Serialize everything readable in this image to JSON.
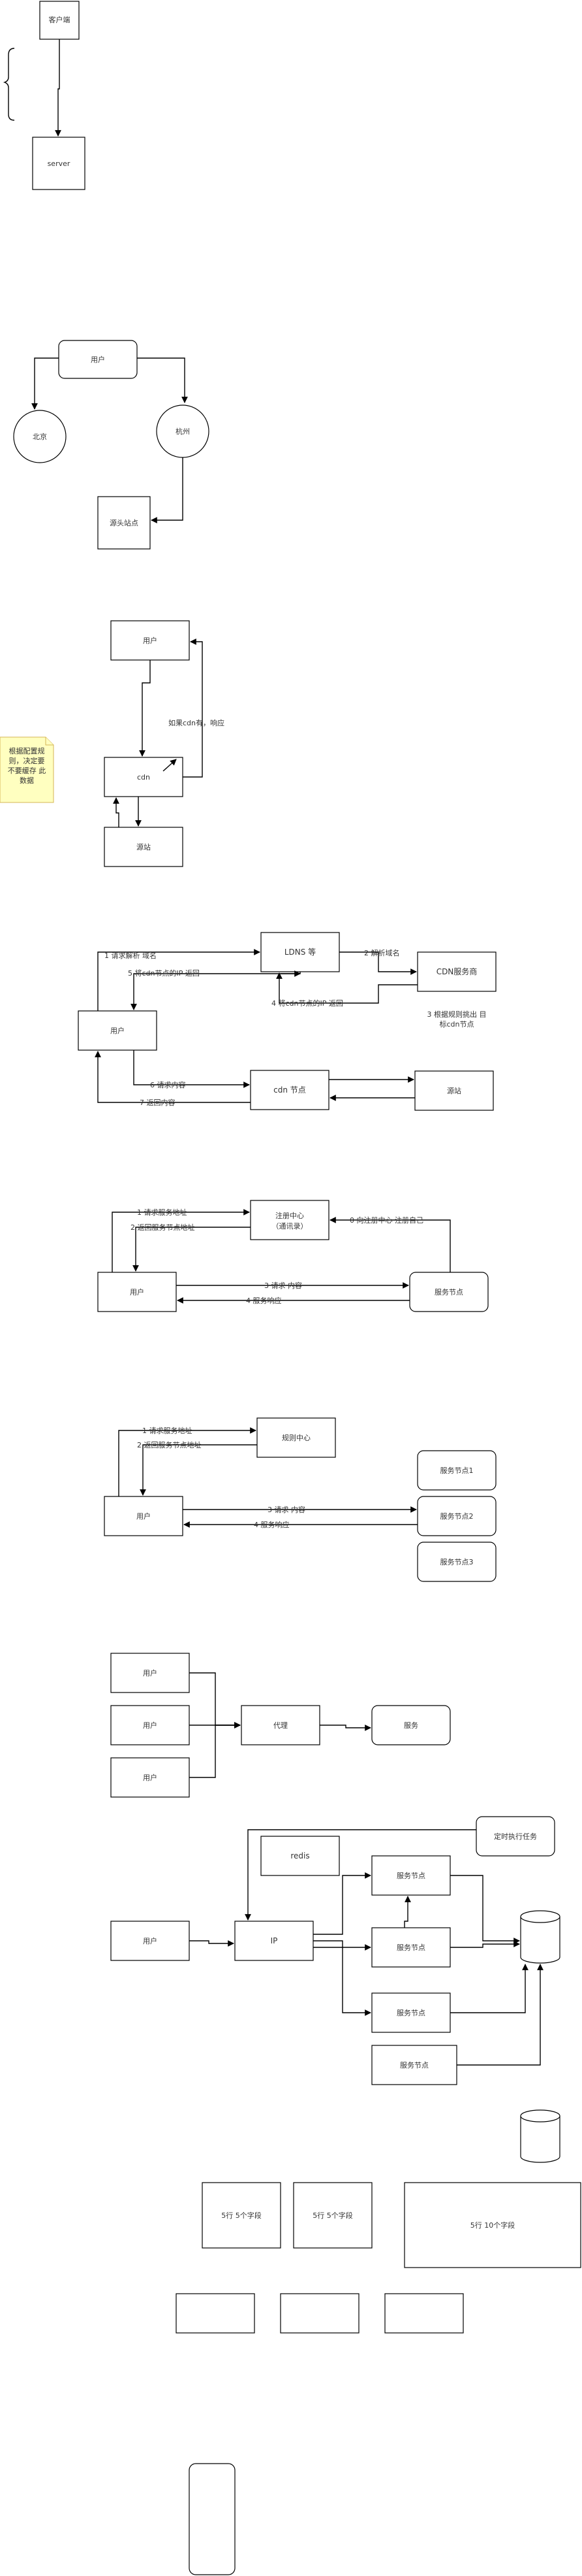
{
  "sec1": {
    "client": "客户端",
    "server": "server"
  },
  "sec2": {
    "user": "用户",
    "beijing": "北京",
    "hangzhou": "杭州",
    "origin": "源头站点"
  },
  "sec3": {
    "user": "用户",
    "cdn": "cdn",
    "origin": "源站",
    "label_if_cdn_has": "如果cdn有，响应",
    "note": [
      "根据配置规",
      "则，决定要",
      "不要缓存 此",
      "数据"
    ]
  },
  "sec4": {
    "ldns": "LDNS 等",
    "cdn_provider": "CDN服务商",
    "user": "用户",
    "cdn_node": "cdn 节点",
    "origin": "源站",
    "step1": "1 请求解析 域名",
    "step5": "5  将cdn节点的IP 返回",
    "step2": "2 解析域名",
    "step4": "4  将cdn节点的IP 返回",
    "step3": [
      "3 根据规则挑出 目",
      "标cdn节点"
    ],
    "step6": "6 请求内容",
    "step7": "7 返回内容"
  },
  "sec5": {
    "registry": [
      "注册中心",
      "（通讯录）"
    ],
    "user": "用户",
    "service_node": "服务节点",
    "step1": "1 请求服务地址",
    "step2": "2 返回服务节点地址",
    "step0": "0 向注册中心 注册自己",
    "step3": "3 请求 内容",
    "step4": "4 服务响应"
  },
  "sec6": {
    "rule_center": "规则中心",
    "user": "用户",
    "node1": "服务节点1",
    "node2": "服务节点2",
    "node3": "服务节点3",
    "step1": "1 请求服务地址",
    "step2": "2 返回服务节点地址",
    "step3": "3 请求 内容",
    "step4": "4 服务响应"
  },
  "sec7": {
    "user1": "用户",
    "user2": "用户",
    "user3": "用户",
    "proxy": "代理",
    "service": "服务"
  },
  "sec8": {
    "scheduled_task": "定时执行任务",
    "redis": "redis",
    "user": "用户",
    "ip": "IP",
    "node1": "服务节点",
    "node2": "服务节点",
    "node3": "服务节点",
    "node4": "服务节点"
  },
  "sec9": {
    "table1": "5行   5个字段",
    "table2": "5行   5个字段",
    "table3": "5行    10个字段"
  }
}
